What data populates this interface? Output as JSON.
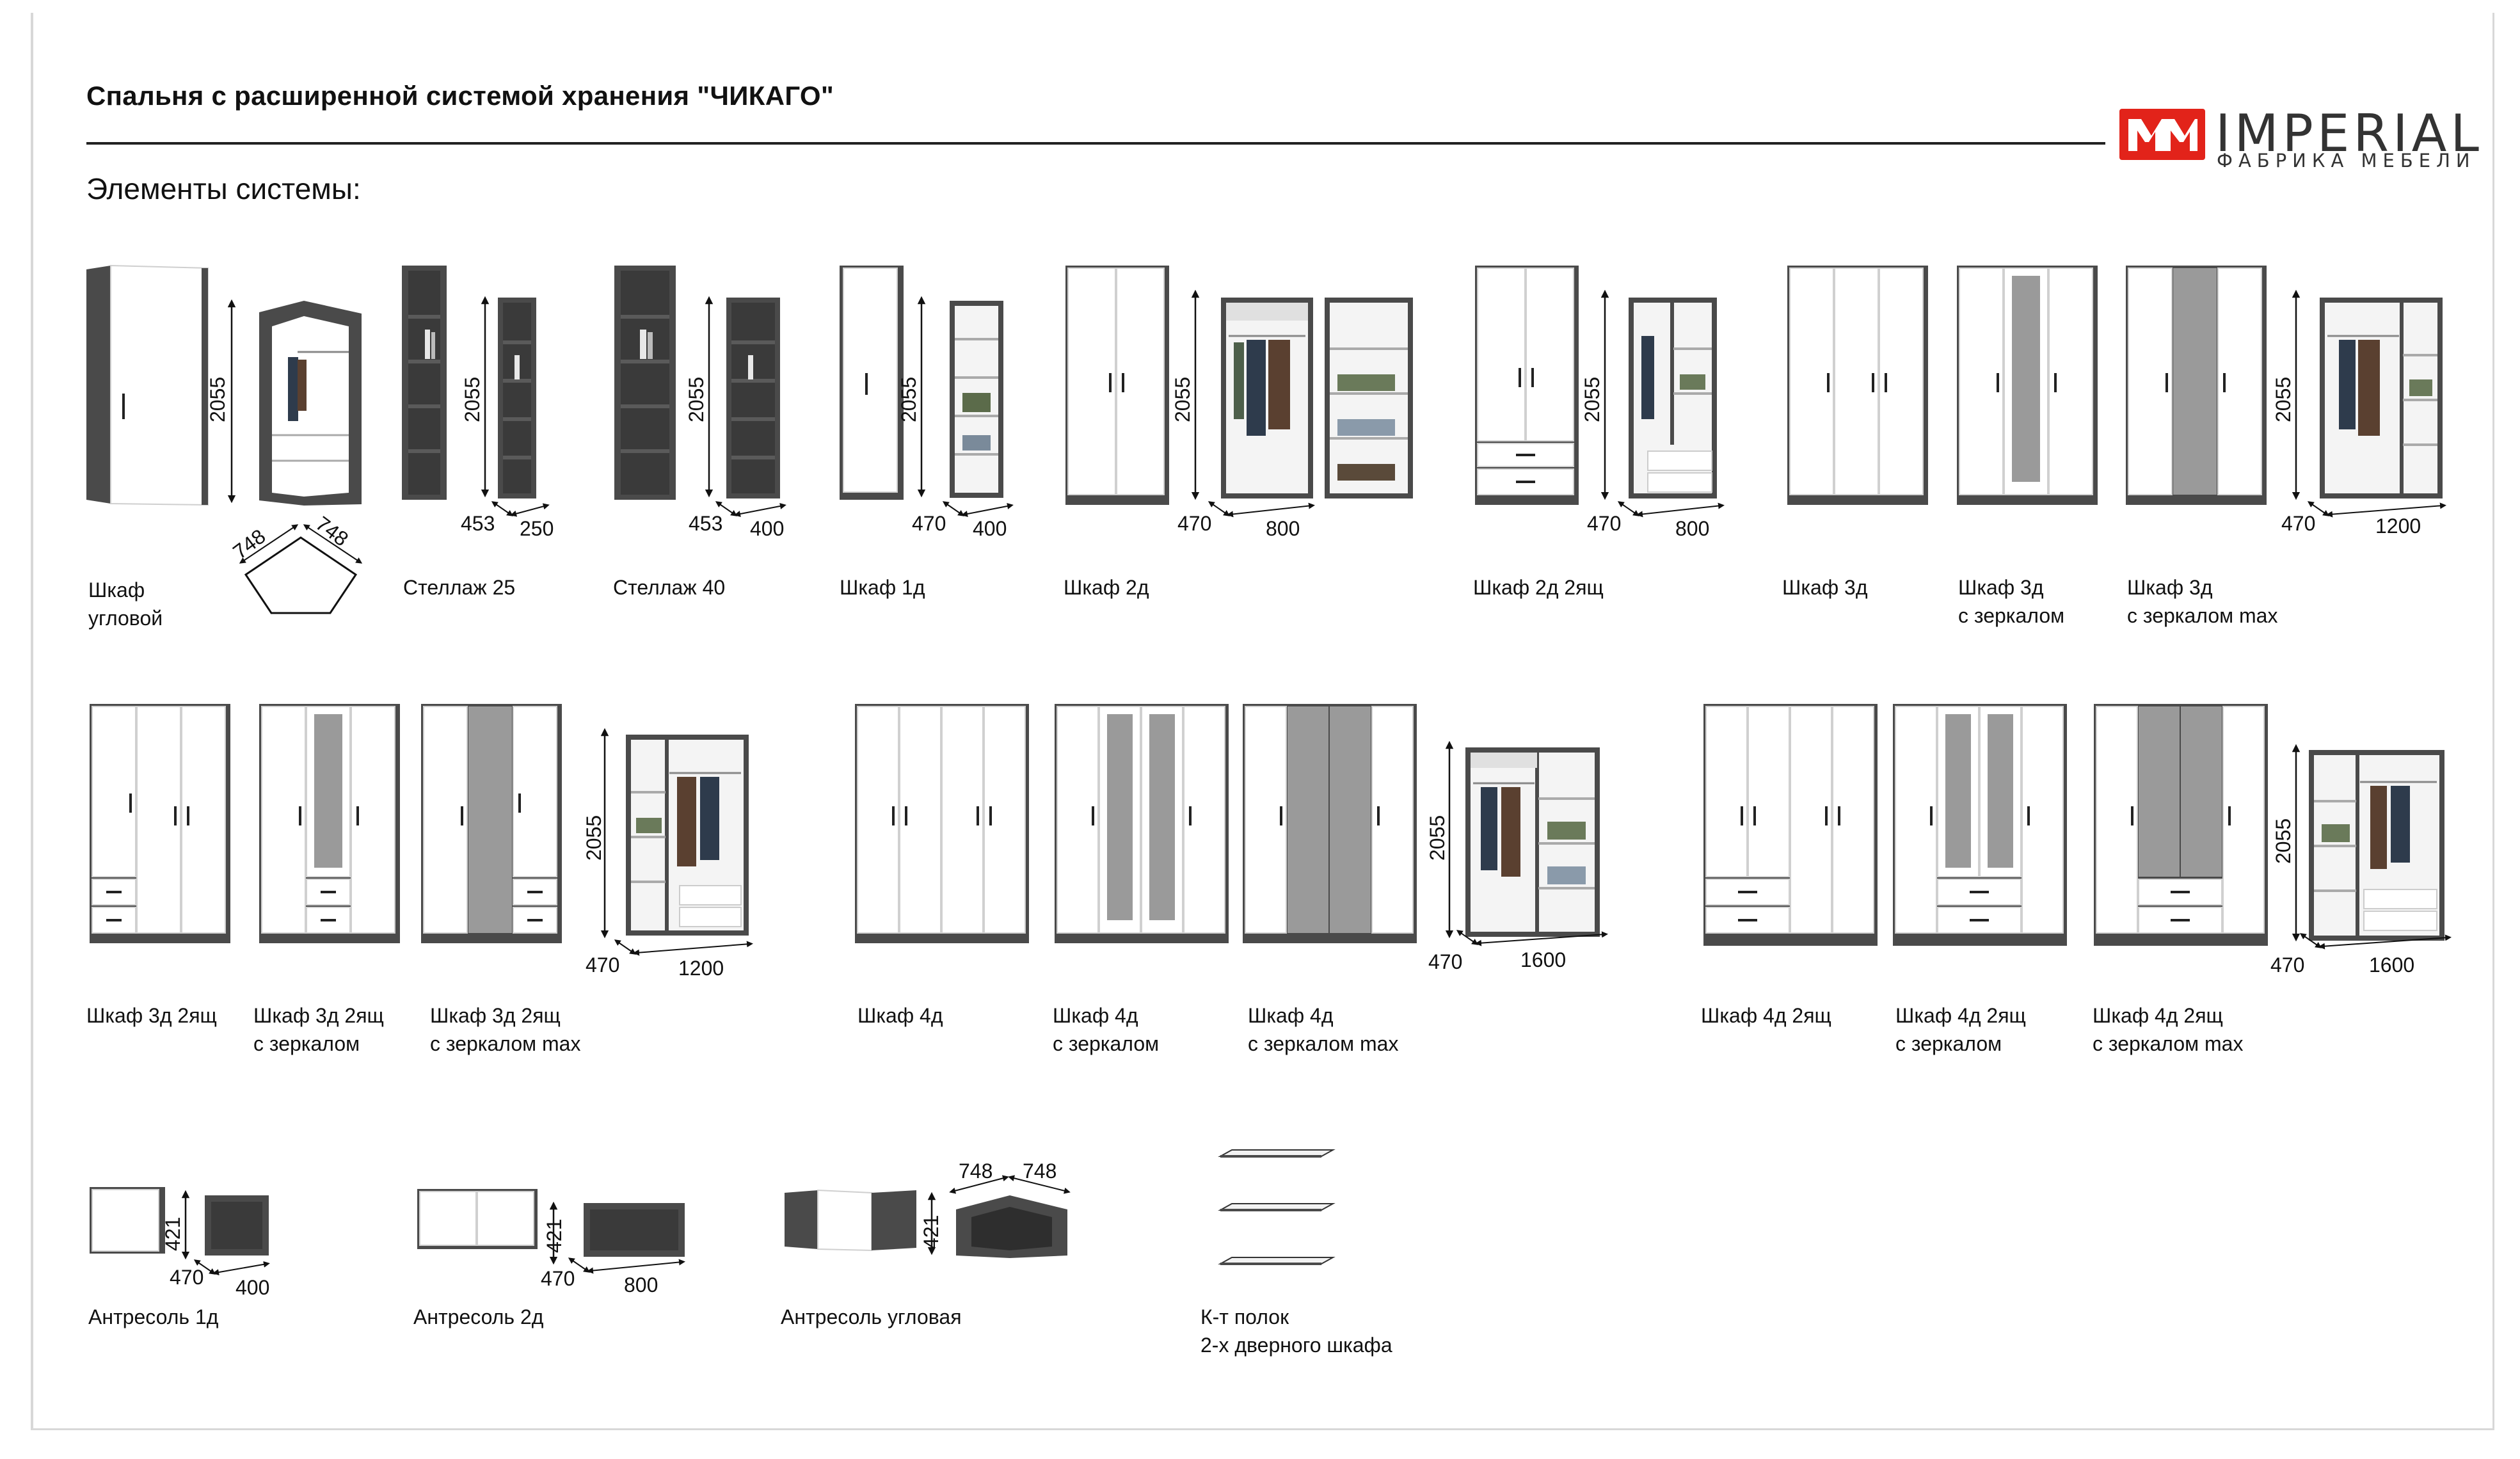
{
  "header": {
    "title": "Спальня с расширенной системой хранения \"ЧИКАГО\"",
    "subtitle": "Элементы системы:"
  },
  "logo": {
    "name": "IMPERIAL",
    "tagline": "ФАБРИКА МЕБЕЛИ",
    "brand_color": "#e2231a"
  },
  "colors": {
    "body": "#4a4a4a",
    "door": "#ffffff",
    "mirror": "#9a9a9a",
    "accent": "#e2231a"
  },
  "dims": {
    "h2055": "2055",
    "h421": "421",
    "d748": "748",
    "d453": "453",
    "d470": "470",
    "w250": "250",
    "w400": "400",
    "w800": "800",
    "w1200": "1200",
    "w1600": "1600"
  },
  "items": {
    "corner": [
      "Шкаф",
      "угловой"
    ],
    "shelf25": [
      "Стеллаж 25"
    ],
    "shelf40": [
      "Стеллаж 40"
    ],
    "w1d": [
      "Шкаф 1д"
    ],
    "w2d": [
      "Шкаф 2д"
    ],
    "w2d2": [
      "Шкаф 2д 2ящ"
    ],
    "w3d": [
      "Шкаф 3д"
    ],
    "w3dm": [
      "Шкаф 3д",
      "с зеркалом"
    ],
    "w3dmm": [
      "Шкаф 3д",
      "с зеркалом max"
    ],
    "w3d2": [
      "Шкаф 3д 2ящ"
    ],
    "w3d2m": [
      "Шкаф 3д 2ящ",
      "с зеркалом"
    ],
    "w3d2mm": [
      "Шкаф 3д 2ящ",
      "с зеркалом max"
    ],
    "w4d": [
      "Шкаф 4д"
    ],
    "w4dm": [
      "Шкаф 4д",
      "с зеркалом"
    ],
    "w4dmm": [
      "Шкаф 4д",
      "с зеркалом max"
    ],
    "w4d2": [
      "Шкаф 4д 2ящ"
    ],
    "w4d2m": [
      "Шкаф 4д 2ящ",
      "с зеркалом"
    ],
    "w4d2mm": [
      "Шкаф 4д 2ящ",
      "с зеркалом max"
    ],
    "ant1": [
      "Антресоль 1д"
    ],
    "ant2": [
      "Антресоль 2д"
    ],
    "antc": [
      "Антресоль угловая"
    ],
    "shelves": [
      "К-т полок",
      "2-х дверного шкафа"
    ]
  }
}
